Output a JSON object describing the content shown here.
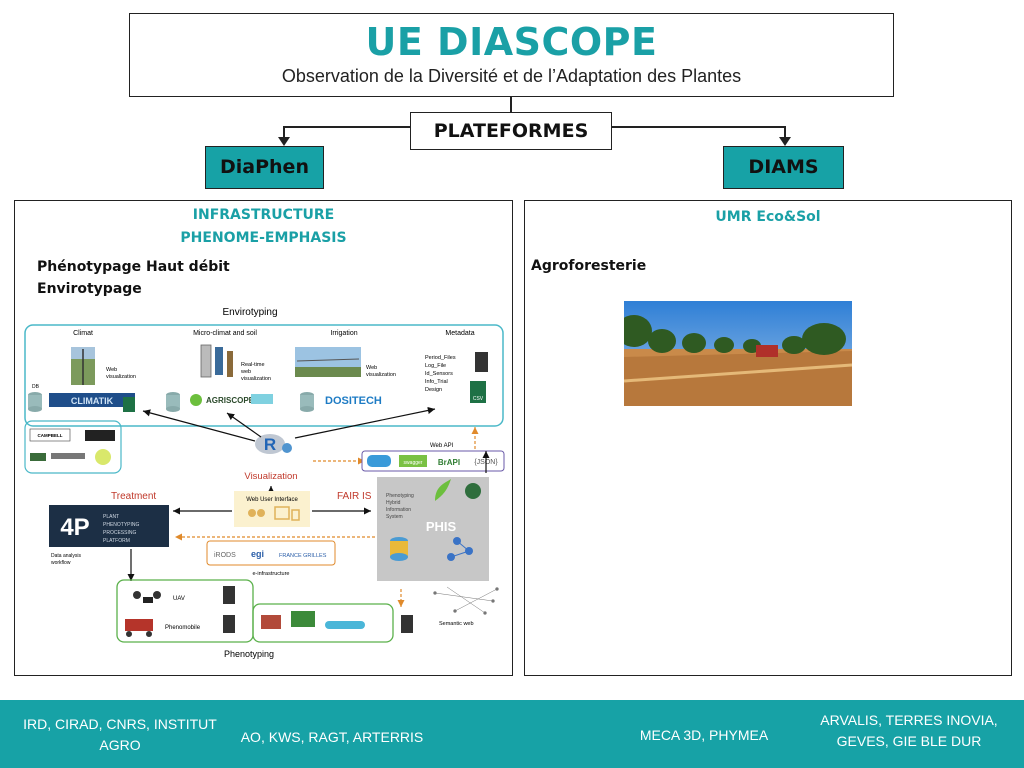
{
  "header": {
    "title": "UE DIASCOPE",
    "subtitle": "Observation de la Diversité et de l’Adaptation des Plantes"
  },
  "platforms_label": "PLATEFORMES",
  "left": {
    "name": "DiaPhen",
    "infra_line1": "INFRASTRUCTURE",
    "infra_line2": "PHENOME-EMPHASIS",
    "items": [
      "Phénotypage Haut débit",
      "Envirotypage"
    ],
    "schema": {
      "envirotyping": "Envirotyping",
      "columns": [
        "Climat",
        "Micro-climat and soil",
        "Irrigation",
        "Metadata"
      ],
      "web_viz": "Web visualization",
      "realtime_line1": "Real-time",
      "realtime_line2": "web",
      "realtime_line3": "visualization",
      "db": "DB",
      "metadata_list": [
        "Period_Files",
        "Log_File",
        "Id_Sensors",
        "Info_Trial",
        "Design"
      ],
      "csv": "CSV",
      "visualization": "Visualization",
      "web_api": "Web API",
      "api_tags": [
        "swagger",
        "BrAPI",
        "{JSON}"
      ],
      "treatment": "Treatment",
      "fair": "FAIR IS",
      "web_ui": "Web User Interface",
      "pppp": [
        "PLANT",
        "PHENOTYPING",
        "PROCESSING",
        "PLATFORM"
      ],
      "data_analysis": "Data analysis workflow",
      "phis_desc": [
        "Phenotyping",
        "Hybrid",
        "Information",
        "System"
      ],
      "phis": "PHIS",
      "einfra": "e-infrastructure",
      "einfra_logos": [
        "iRODS",
        "egi",
        "FRANCE GRILLES"
      ],
      "uav": "UAV",
      "phenomobile": "Phenomobile",
      "semantic_web": "Semantic web",
      "phenotyping": "Phenotyping"
    }
  },
  "right": {
    "name": "DIAMS",
    "unit": "UMR Eco&Sol",
    "item": "Agroforesterie"
  },
  "footer": [
    {
      "line1": "IRD, CIRAD, CNRS, INSTITUT",
      "line2": "AGRO"
    },
    {
      "line1": "AO, KWS, RAGT, ARTERRIS",
      "line2": ""
    },
    {
      "line1": "MECA 3D, PHYMEA",
      "line2": ""
    },
    {
      "line1": "ARVALIS, TERRES INOVIA,",
      "line2": "GEVES, GIE BLE DUR"
    }
  ],
  "colors": {
    "teal": "#17a2a6",
    "dark": "#222222"
  }
}
